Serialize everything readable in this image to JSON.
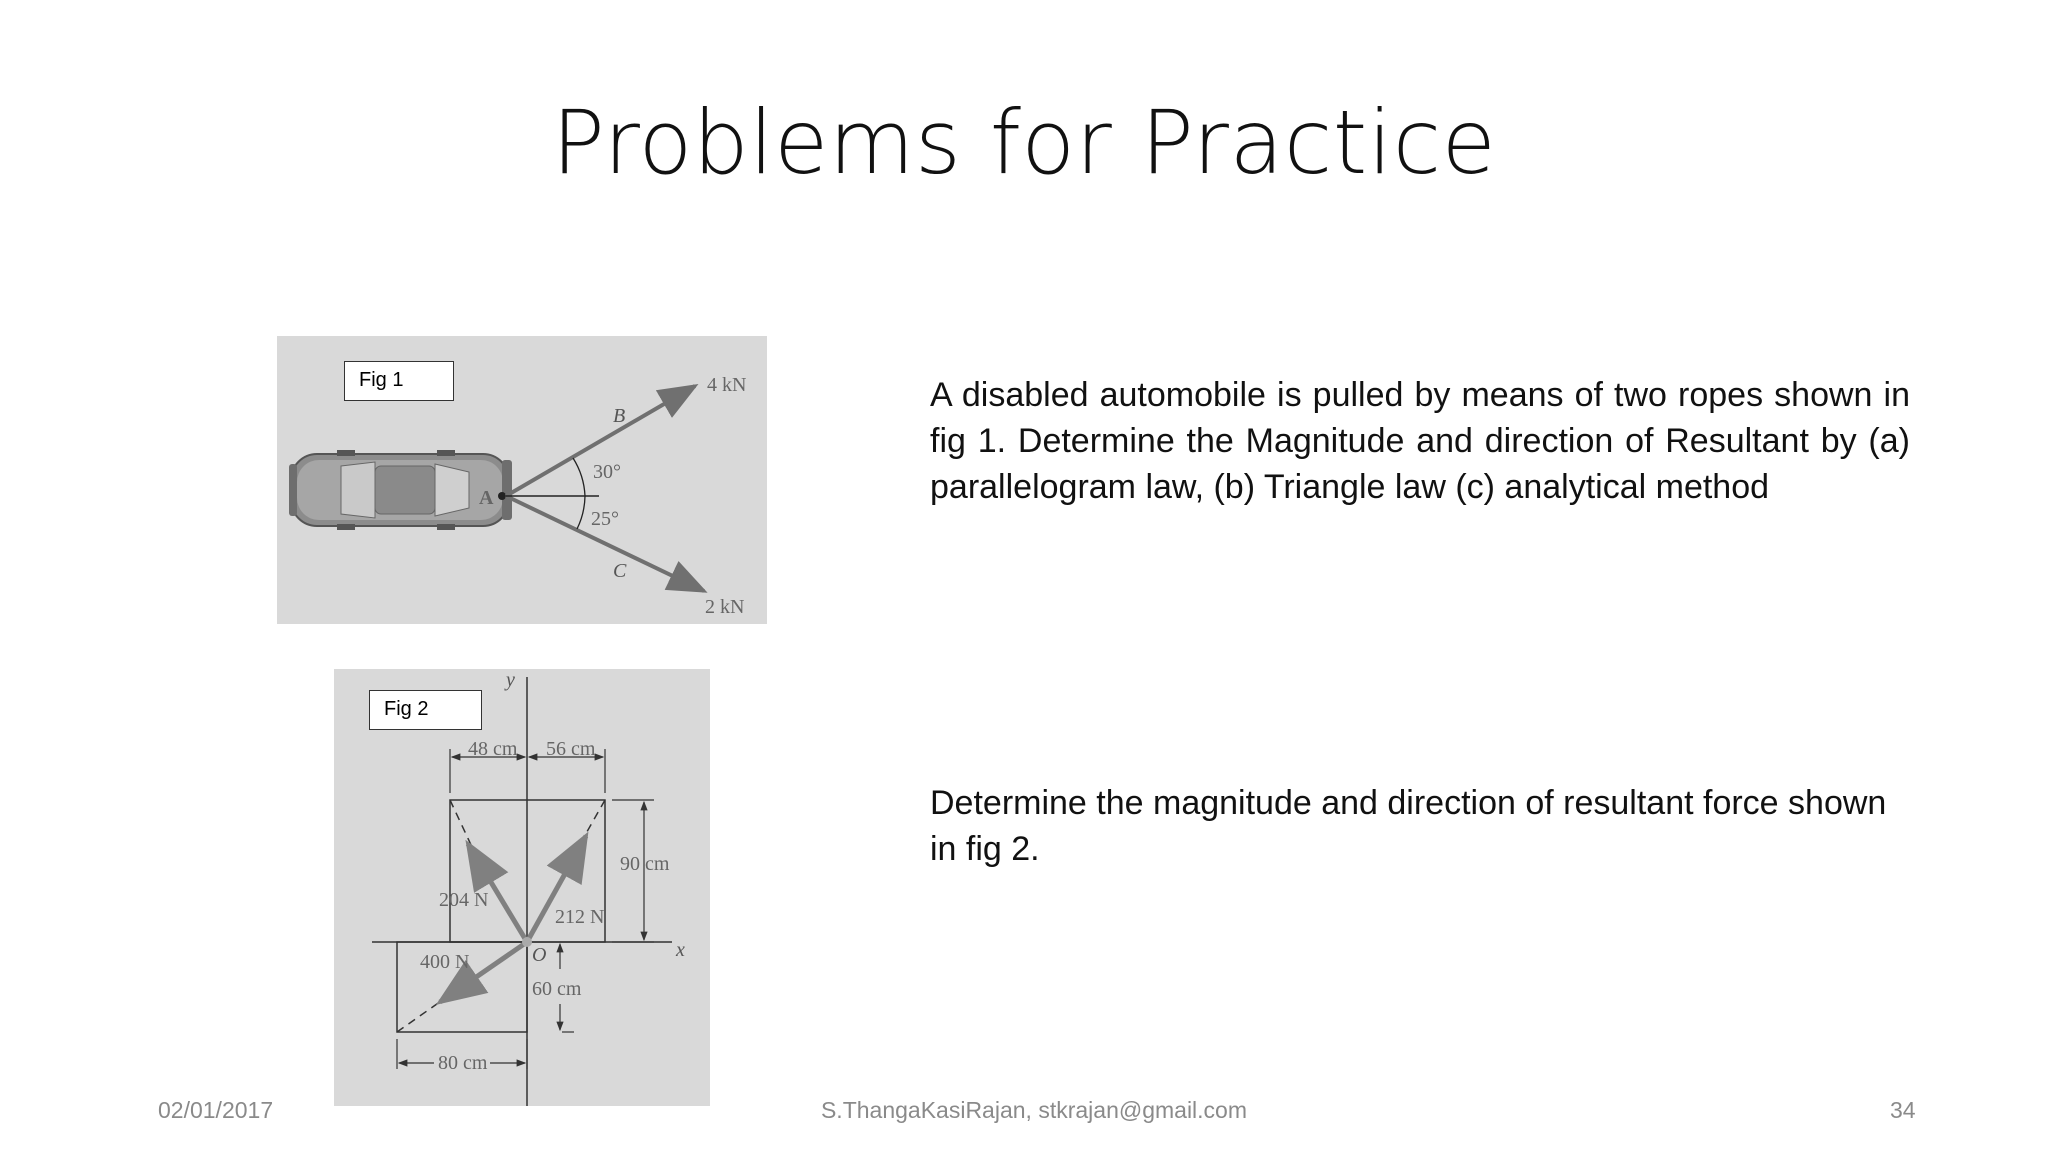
{
  "slide": {
    "title": "Problems for Practice"
  },
  "fig1": {
    "label": "Fig 1",
    "point_label": "A",
    "rope_b_label": "B",
    "rope_c_label": "C",
    "force_b": "4 kN",
    "force_c": "2 kN",
    "angle_b": "30°",
    "angle_c": "25°"
  },
  "fig2": {
    "label": "Fig 2",
    "axis_y": "y",
    "axis_x": "x",
    "origin": "O",
    "dim_48": "48 cm",
    "dim_56": "56 cm",
    "dim_90": "90 cm",
    "dim_60": "60 cm",
    "dim_80": "80 cm",
    "force_204": "204 N",
    "force_212": "212 N",
    "force_400": "400 N"
  },
  "problems": {
    "p1": "A disabled automobile is pulled by means of two ropes shown in fig 1. Determine the Magnitude and direction of Resultant by (a) parallelogram law, (b) Triangle law (c) analytical method",
    "p2": "Determine the magnitude and direction of resultant force shown in fig 2."
  },
  "footer": {
    "date": "02/01/2017",
    "author": "S.ThangaKasiRajan, stkrajan@gmail.com",
    "page": "34"
  }
}
